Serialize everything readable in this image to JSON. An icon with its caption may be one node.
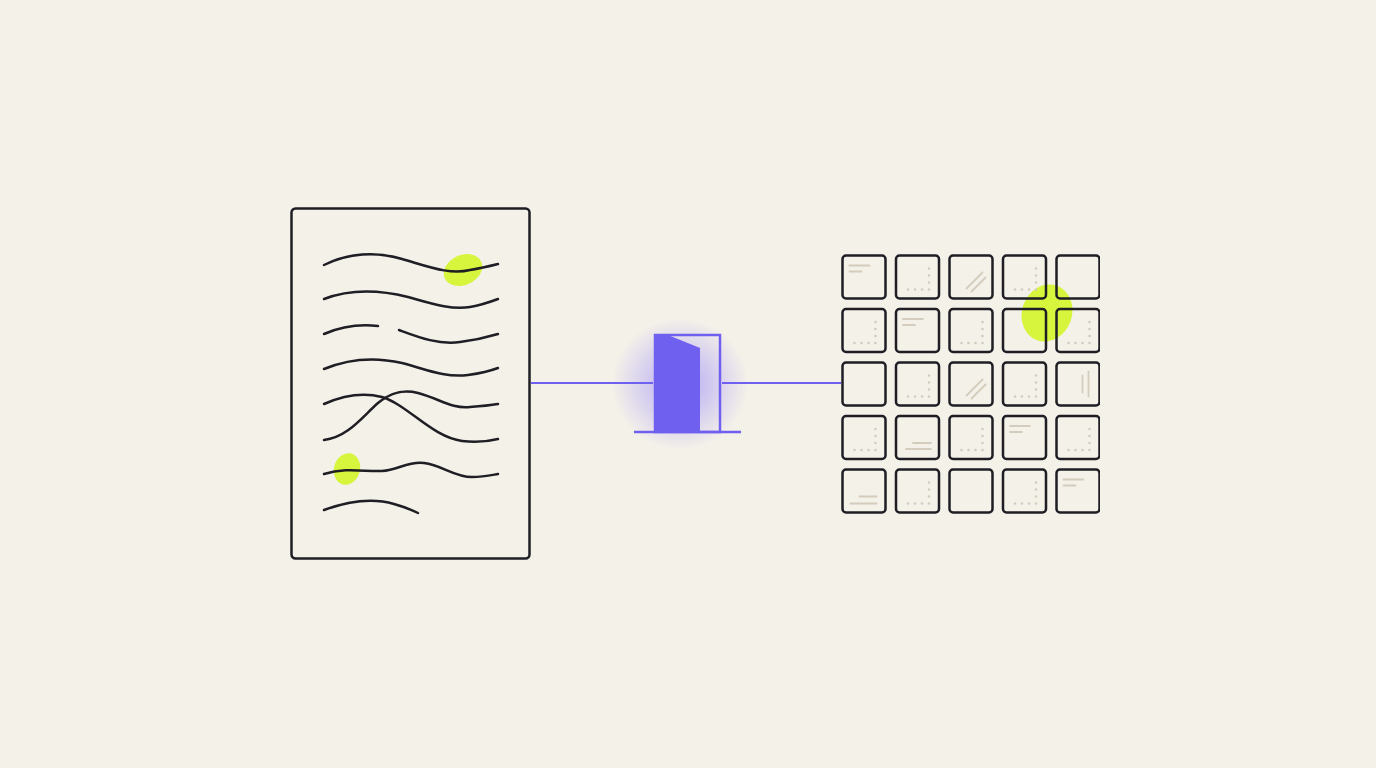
{
  "diagram": {
    "nodes": [
      {
        "text": [],
        "shape": "picture"
      },
      {
        "text": [],
        "shape": "picture"
      },
      {
        "text": [],
        "shape": "picture"
      }
    ],
    "edges": [
      {
        "from": 0,
        "to": 1,
        "arrow": "none"
      },
      {
        "from": 1,
        "to": 2,
        "arrow": "none"
      }
    ]
  }
}
